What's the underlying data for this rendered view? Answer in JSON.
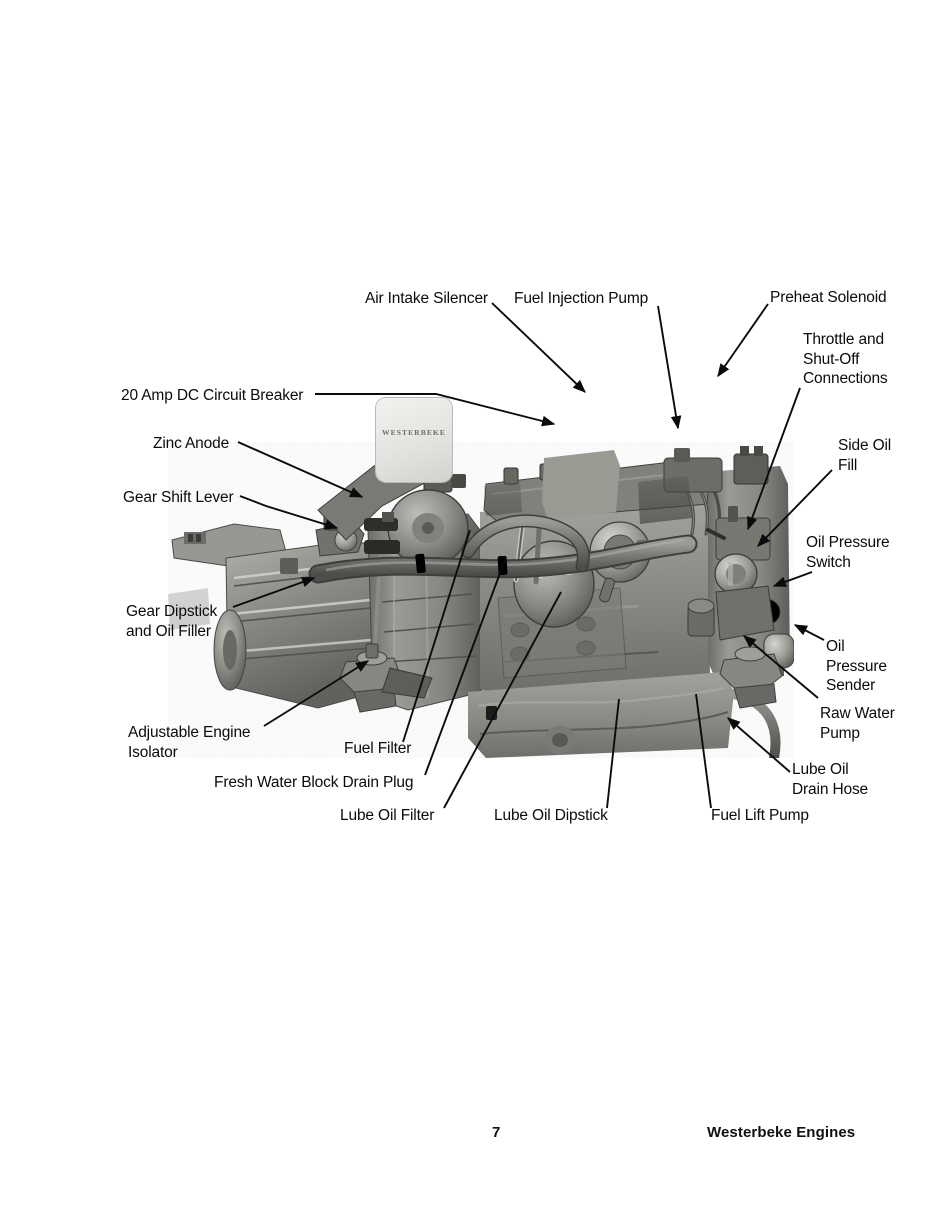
{
  "document": {
    "type": "equipment-diagram",
    "subject": "Marine diesel engine component identification",
    "badge_text": "WESTERBEKE"
  },
  "callouts": [
    {
      "id": "air-intake-silencer",
      "label": "Air Intake Silencer"
    },
    {
      "id": "fuel-injection-pump",
      "label": "Fuel Injection Pump"
    },
    {
      "id": "preheat-solenoid",
      "label": "Preheat Solenoid"
    },
    {
      "id": "throttle-shutoff",
      "label": "Throttle and\nShut-Off\nConnections"
    },
    {
      "id": "circuit-breaker",
      "label": "20 Amp DC Circuit Breaker"
    },
    {
      "id": "zinc-anode",
      "label": "Zinc Anode"
    },
    {
      "id": "gear-shift-lever",
      "label": "Gear Shift Lever"
    },
    {
      "id": "side-oil-fill",
      "label": "Side Oil\nFill"
    },
    {
      "id": "oil-pressure-switch",
      "label": "Oil Pressure\nSwitch"
    },
    {
      "id": "gear-dipstick",
      "label": "Gear Dipstick\nand Oil Filler"
    },
    {
      "id": "oil-pressure-sender",
      "label": "Oil\nPressure\nSender"
    },
    {
      "id": "raw-water-pump",
      "label": "Raw Water\nPump"
    },
    {
      "id": "adjustable-engine-isolator",
      "label": "Adjustable Engine\nIsolator"
    },
    {
      "id": "fuel-filter",
      "label": "Fuel Filter"
    },
    {
      "id": "lube-oil-drain-hose",
      "label": "Lube Oil\nDrain Hose"
    },
    {
      "id": "fresh-water-block-drain",
      "label": "Fresh Water Block Drain Plug"
    },
    {
      "id": "lube-oil-filter",
      "label": "Lube Oil Filter"
    },
    {
      "id": "lube-oil-dipstick",
      "label": "Lube Oil Dipstick"
    },
    {
      "id": "fuel-lift-pump",
      "label": "Fuel Lift Pump"
    }
  ],
  "footer": {
    "page_number": "7",
    "brand": "Westerbeke Engines"
  },
  "colors": {
    "ink": "#0b0b0b",
    "paper": "#ffffff",
    "engine_body": "#8c8c88",
    "engine_shadow": "#4a4a47",
    "engine_highlight": "#cfcfc9"
  }
}
